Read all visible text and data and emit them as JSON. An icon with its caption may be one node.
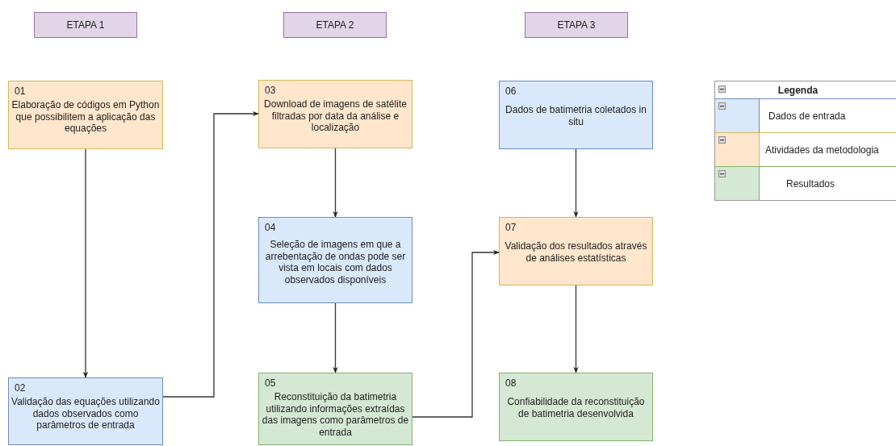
{
  "diagram": {
    "nodes": [
      {
        "text": [
          "ETAPA 1"
        ]
      },
      {
        "text": [
          "ETAPA 2"
        ]
      },
      {
        "text": [
          "ETAPA 3"
        ]
      },
      {
        "text": [
          "01",
          "Elaboração de códigos em Python que possibilitem a aplicação das equações"
        ]
      },
      {
        "text": [
          "02",
          "Validação das equações utilizando dados observados como parâmetros de entrada"
        ]
      },
      {
        "text": [
          "03",
          "Download de imagens de satélite filtradas por data da análise e localização"
        ]
      },
      {
        "text": [
          "04",
          "Seleção de imagens em que a arrebentação de ondas pode ser vista em locais com dados observados disponíveis"
        ]
      },
      {
        "text": [
          "05",
          "Reconstituição da batimetria utilizando informações extraídas das imagens como parâmetros de entrada"
        ]
      },
      {
        "text": [
          "06",
          "Dados de batimetria coletados in situ"
        ]
      },
      {
        "text": [
          "07",
          "Validação dos resultados através de análises estatísticas"
        ]
      },
      {
        "text": [
          "08",
          "Confiabilidade da reconstituição de batimetria desenvolvida"
        ]
      }
    ],
    "edges": [
      {
        "from": 3,
        "to": 4,
        "arrow": "to"
      },
      {
        "from": 4,
        "to": 5,
        "arrow": "to"
      },
      {
        "from": 5,
        "to": 6,
        "arrow": "to"
      },
      {
        "from": 6,
        "to": 7,
        "arrow": "to"
      },
      {
        "from": 8,
        "to": 9,
        "arrow": "to"
      },
      {
        "from": 7,
        "to": 9,
        "arrow": "to"
      },
      {
        "from": 9,
        "to": 10,
        "arrow": "to"
      }
    ],
    "labels": [
      "Legenda"
    ],
    "legend": [
      {
        "text": "Dados de entrada",
        "color": "#dae8fc"
      },
      {
        "text": "Atividades da metodologia",
        "color": "#ffe6cc"
      },
      {
        "text": "Resultados",
        "color": "#d5e8d4"
      }
    ]
  }
}
